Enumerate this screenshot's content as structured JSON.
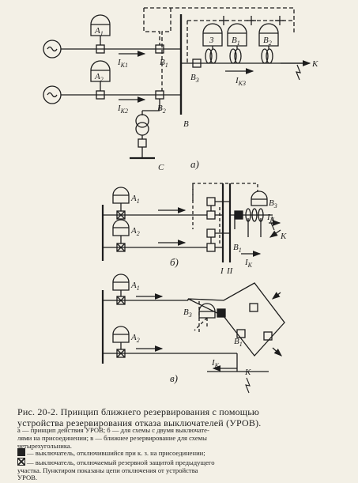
{
  "panels": [
    {
      "id": "a",
      "label": "а)"
    },
    {
      "id": "b",
      "label": "б)"
    },
    {
      "id": "v",
      "label": "в)"
    }
  ],
  "labels": {
    "A1": "A",
    "A1_sub": "1",
    "A2": "A",
    "A2_sub": "2",
    "B1": "B",
    "B1_sub": "1",
    "B2": "B",
    "B2_sub": "2",
    "B3": "B",
    "B3_sub": "3",
    "bus_B": "В",
    "bus_C": "С",
    "K": "К",
    "IK1": "I",
    "IK1_sub": "К1",
    "IK2": "I",
    "IK2_sub": "К2",
    "IK3": "I",
    "IK3_sub": "К3",
    "IK": "I",
    "IK_sub": "К",
    "relay3": "3",
    "bus_I": "I",
    "bus_II": "II"
  },
  "caption": {
    "title_line1": "Рис. 20-2. Принцип ближнего резервирования с помощью",
    "title_line2": "устройства резервирования отказа выключателей (УРОВ).",
    "legend_line1": "а — принцип действия УРОВ; б — для схемы с двумя выключате-",
    "legend_line2": "лями на присоединении; в — ближнее резервирование для схемы",
    "legend_line3": "четырехугольника.",
    "note_line1": "— выключатель, отключившийся при к. з. на присоединении;",
    "note_line2": "— выключатель, отключаемый резервной защитой предыдущего",
    "note_line3": "участка. Пунктиром показаны цепи отключения от устройства",
    "note_line4": "УРОВ."
  },
  "colors": {
    "ink": "#1d1d1d",
    "paper": "#f3f0e6"
  }
}
